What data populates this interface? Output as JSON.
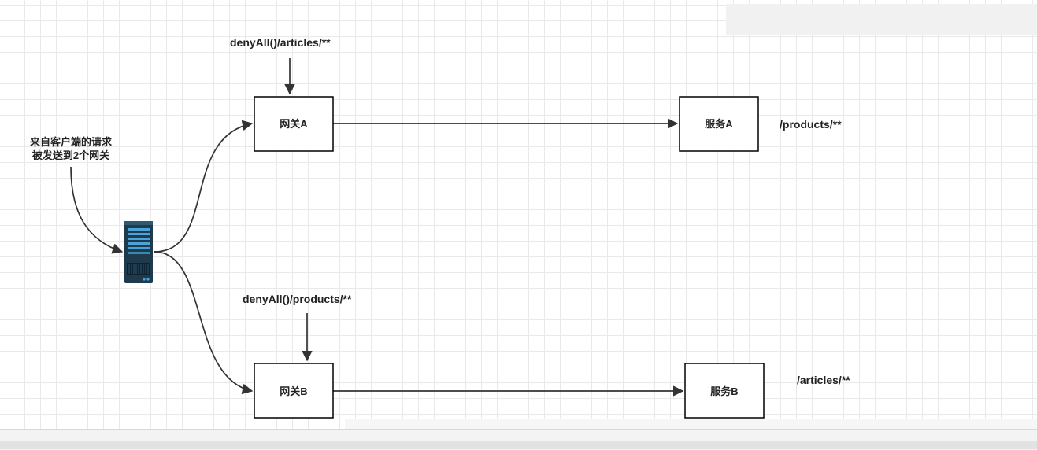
{
  "nodes": {
    "gateway_a": "网关A",
    "gateway_b": "网关B",
    "service_a": "服务A",
    "service_b": "服务B"
  },
  "annotations": {
    "gateway_a_rule": "denyAll()/articles/**",
    "gateway_b_rule": "denyAll()/products/**",
    "service_a_path": "/products/**",
    "service_b_path": "/articles/**"
  },
  "client_note": {
    "line1": "来自客户端的请求",
    "line2": "被发送到2个网关"
  },
  "icons": {
    "client": "server-icon"
  },
  "colors": {
    "edge": "#333333",
    "box_border": "#000000",
    "server_body": "#1f3a4d",
    "server_accent": "#4aa3d8"
  }
}
